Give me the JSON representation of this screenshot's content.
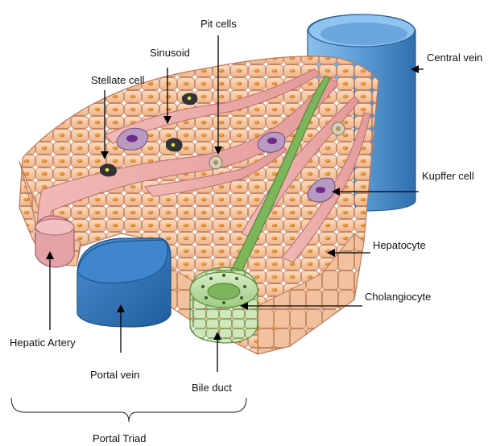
{
  "labels": {
    "pit_cells": "Pit cells",
    "sinusoid": "Sinusoid",
    "stellate_cell": "Stellate cell",
    "central_vein": "Central vein",
    "kupffer_cell": "Kupffer cell",
    "hepatocyte": "Hepatocyte",
    "cholangiocyte": "Cholangiocyte",
    "hepatic_artery": "Hepatic Artery",
    "portal_vein": "Portal vein",
    "bile_duct": "Bile duct",
    "portal_triad": "Portal Triad"
  },
  "colors": {
    "hepatocyte_fill": "#f6c9a4",
    "hepatocyte_stroke": "#b9785a",
    "nucleus": "#e58a1f",
    "sinusoid": "#e9a8a8",
    "vein_blue": "#5b9bd5",
    "vein_blue_dark": "#2f6fad",
    "bile_duct_green": "#7cb55a",
    "cholangiocyte_green": "#b9dca0",
    "kupffer_purple": "#9b6aa6"
  }
}
